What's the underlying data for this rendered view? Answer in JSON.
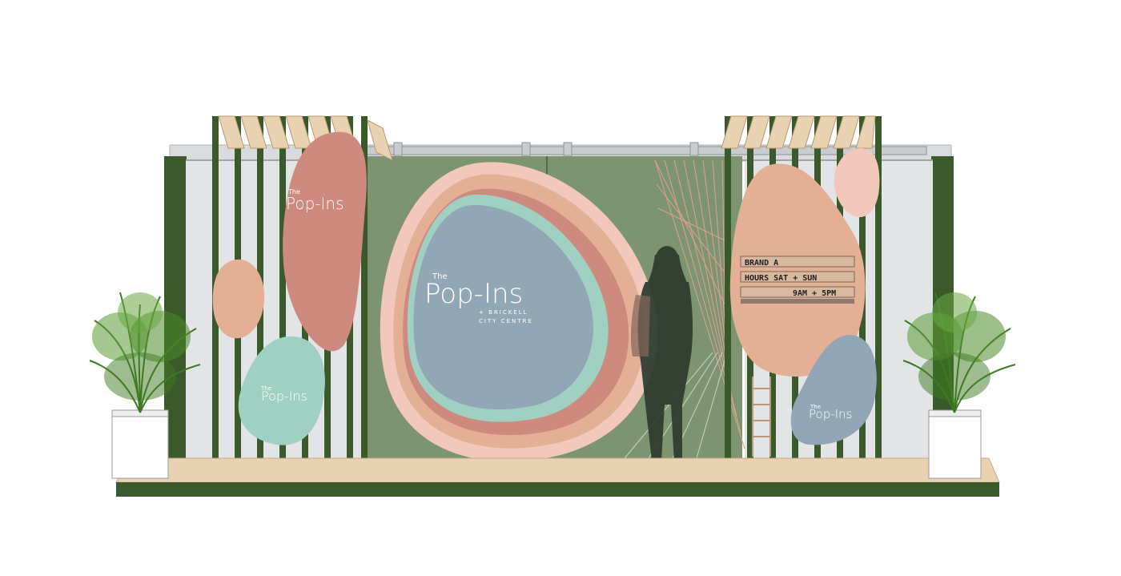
{
  "logos": {
    "left_top": {
      "the": "The",
      "name": "Pop-Ins"
    },
    "center": {
      "the": "The",
      "name": "Pop-Ins",
      "sub1": "+ BRICKELL",
      "sub2": "CITY CENTRE"
    },
    "left_bottom": {
      "the": "The",
      "name": "Pop-Ins"
    },
    "right_bottom": {
      "the": "The",
      "name": "Pop-Ins"
    }
  },
  "letter_board": {
    "line1": "BRAND A",
    "line2": "HOURS SAT + SUN",
    "line3": "9AM + 5PM"
  },
  "colors": {
    "slat_green": "#3b5a2c",
    "wall_green": "#7c9470",
    "dusty_rose": "#cf8a80",
    "peach": "#e3b095",
    "mint": "#9fd0c2",
    "slate_blue": "#91a7b6",
    "blush": "#f2c8bc",
    "wood": "#e9d2b2",
    "silhouette": "#2d3a2e",
    "frame_grey": "#d8dadc"
  },
  "icons": [
    "plant-icon",
    "woman-silhouette-icon",
    "planter-icon"
  ]
}
